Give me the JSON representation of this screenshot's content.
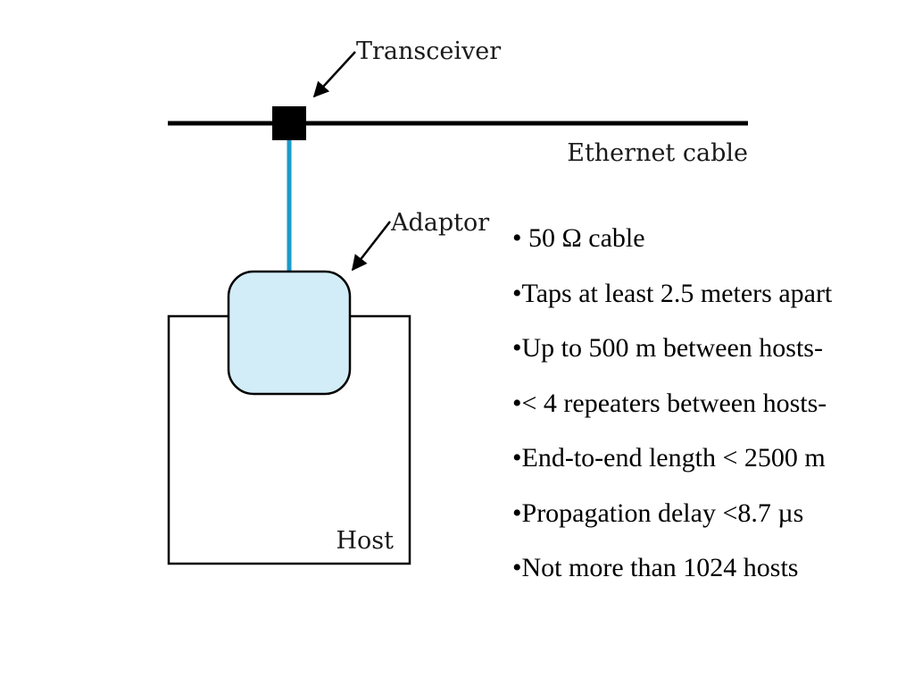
{
  "diagram": {
    "transceiver_label": "Transceiver",
    "ethernet_cable_label": "Ethernet cable",
    "adaptor_label": "Adaptor",
    "host_label": "Host"
  },
  "colors": {
    "drop_cable": "#1a9ac8",
    "adaptor_fill": "#d2edf8",
    "lines": "#000000"
  },
  "specs": [
    "• 50 Ω cable",
    "•Taps at least 2.5 meters apart",
    "•Up to 500 m between hosts-",
    "•< 4 repeaters between hosts-",
    "•End-to-end length < 2500 m",
    "•Propagation delay  <8.7 µs",
    "•Not more than 1024 hosts"
  ]
}
